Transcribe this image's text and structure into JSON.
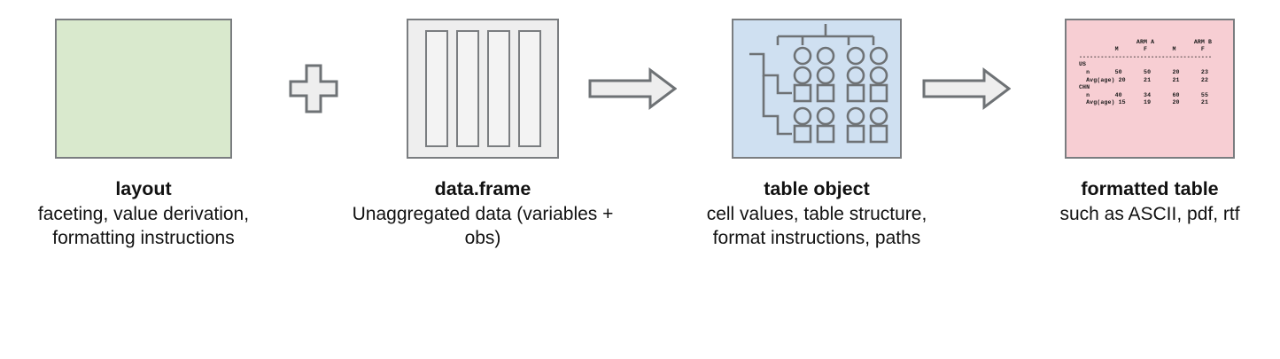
{
  "diagram": {
    "stages": [
      {
        "id": "layout",
        "panel_kind": "green-box",
        "title": "layout",
        "subtitle": "faceting, value\nderivation, formatting\ninstructions",
        "color": "#d9e9cd"
      },
      {
        "id": "data-frame",
        "panel_kind": "grey-columns",
        "title": "data.frame",
        "subtitle": "Unaggregated data\n(variables + obs)",
        "color": "#eeeeee",
        "column_count": 4
      },
      {
        "id": "table-object",
        "panel_kind": "blue-tree-grid",
        "title": "table object",
        "subtitle": "cell values,\ntable structure,\nformat instructions,\npaths",
        "color": "#cfe0f1"
      },
      {
        "id": "formatted-table",
        "panel_kind": "pink-ascii",
        "title": "formatted table",
        "subtitle": "such as ASCII, pdf,\nrtf",
        "color": "#f7ced3"
      }
    ],
    "connectors": [
      {
        "id": "plus",
        "kind": "plus",
        "label": "+"
      },
      {
        "id": "arrow-1",
        "kind": "arrow-right",
        "label": "→"
      },
      {
        "id": "arrow-2",
        "kind": "arrow-right",
        "label": "→"
      }
    ],
    "ascii_table": {
      "text": "                ARM A           ARM B\n          M       F       M       F\n-------------------------------------\nUS\n  n       50      50      20      23\n  Avg(age) 20     21      21      22\nCHN\n  n       40      34      60      55\n  Avg(age) 15     19      20      21",
      "column_groups": [
        "ARM A",
        "ARM B"
      ],
      "sub_columns": [
        "M",
        "F",
        "M",
        "F"
      ],
      "row_groups": [
        {
          "name": "US",
          "rows": [
            {
              "label": "n",
              "values": [
                "50",
                "50",
                "20",
                "23"
              ]
            },
            {
              "label": "Avg(age)",
              "values": [
                "20",
                "21",
                "21",
                "22"
              ]
            }
          ]
        },
        {
          "name": "CHN",
          "rows": [
            {
              "label": "n",
              "values": [
                "40",
                "34",
                "60",
                "55"
              ]
            },
            {
              "label": "Avg(age)",
              "values": [
                "15",
                "19",
                "20",
                "21"
              ]
            }
          ]
        }
      ]
    },
    "table_object_graphic": {
      "top_tree_branches": 4,
      "grid_columns": 4,
      "grid_rows": [
        "circle",
        "circle",
        "square",
        "circle",
        "square"
      ]
    },
    "stroke_color": "#6e7275",
    "shape_fill": "#eeeeee"
  }
}
